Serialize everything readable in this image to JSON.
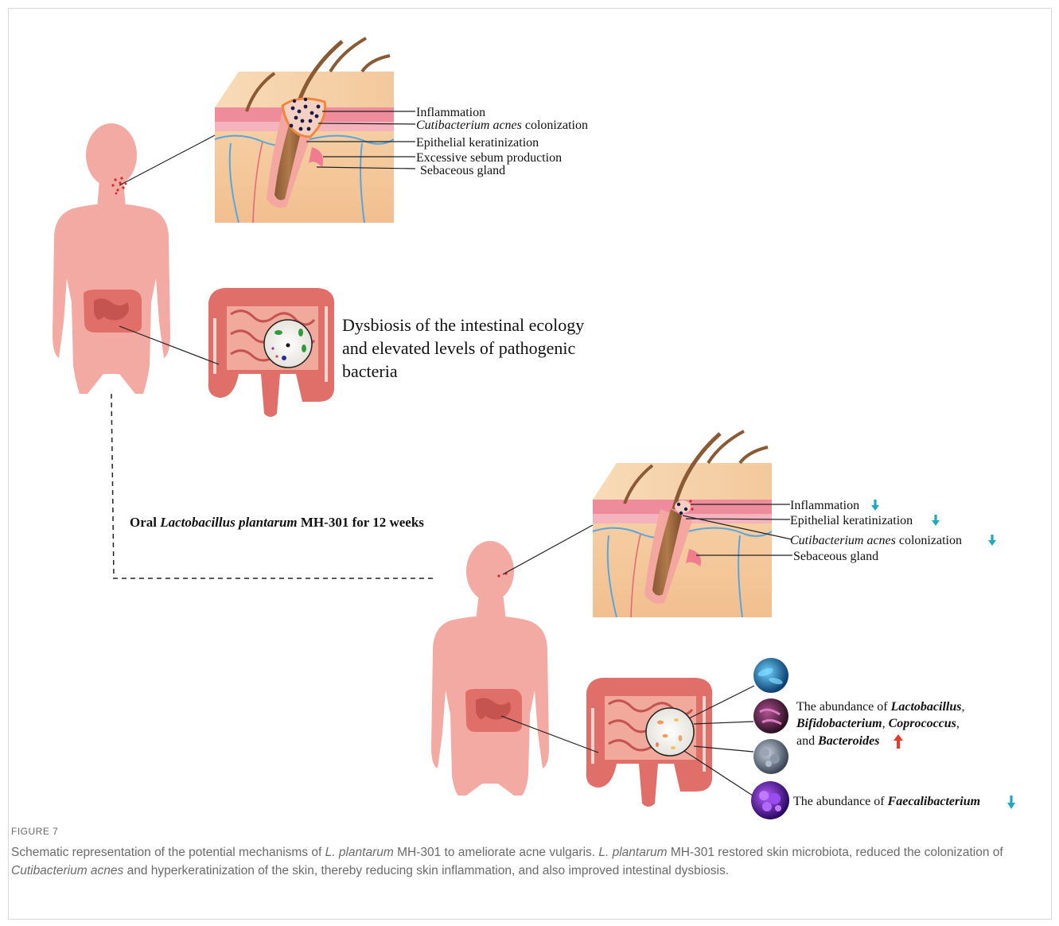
{
  "figure": {
    "label": "FIGURE 7",
    "caption_parts": [
      {
        "text": "Schematic representation of the potential mechanisms of ",
        "italic": false
      },
      {
        "text": "L. plantarum",
        "italic": true
      },
      {
        "text": " MH-301 to ameliorate acne vulgaris. ",
        "italic": false
      },
      {
        "text": "L. plantarum",
        "italic": true
      },
      {
        "text": " MH-301 restored skin microbiota, reduced the colonization of ",
        "italic": false
      },
      {
        "text": "Cutibacterium acnes",
        "italic": true
      },
      {
        "text": " and hyperkeratinization of the skin, thereby reducing skin inflammation, and also improved intestinal dysbiosis.",
        "italic": false
      }
    ]
  },
  "top_skin_labels": {
    "inflammation": "Inflammation",
    "colonization_italic": "Cutibacterium acnes",
    "colonization_rest": " colonization",
    "keratinization": "Epithelial keratinization",
    "sebum": "Excessive sebum production",
    "gland": "Sebaceous gland"
  },
  "top_gut_text": [
    "Dysbiosis of the intestinal ecology",
    "and elevated levels of pathogenic",
    "bacteria"
  ],
  "treatment": {
    "prefix": "Oral ",
    "species": "Lactobacillus plantarum",
    "suffix": " MH-301 for 12 weeks"
  },
  "bottom_skin_labels": {
    "inflammation": "Inflammation",
    "keratinization": "Epithelial keratinization",
    "colonization_italic": "Cutibacterium acnes",
    "colonization_rest": " colonization",
    "gland": "Sebaceous gland"
  },
  "bottom_gut_text": {
    "increase_prefix": "The abundance of ",
    "increase_g1": "Lactobacillus",
    "increase_g2": "Bifidobacterium",
    "increase_g3": "Coprococcus",
    "increase_and": "and ",
    "increase_g4": "Bacteroides",
    "comma": ",",
    "decrease_prefix": "The abundance of ",
    "decrease_g1": "Faecalibacterium"
  },
  "colors": {
    "decrease_arrow": "#1fa9bf",
    "increase_arrow": "#e8392c",
    "body": "#f3aaa2",
    "intestine": "#e06f6a"
  }
}
